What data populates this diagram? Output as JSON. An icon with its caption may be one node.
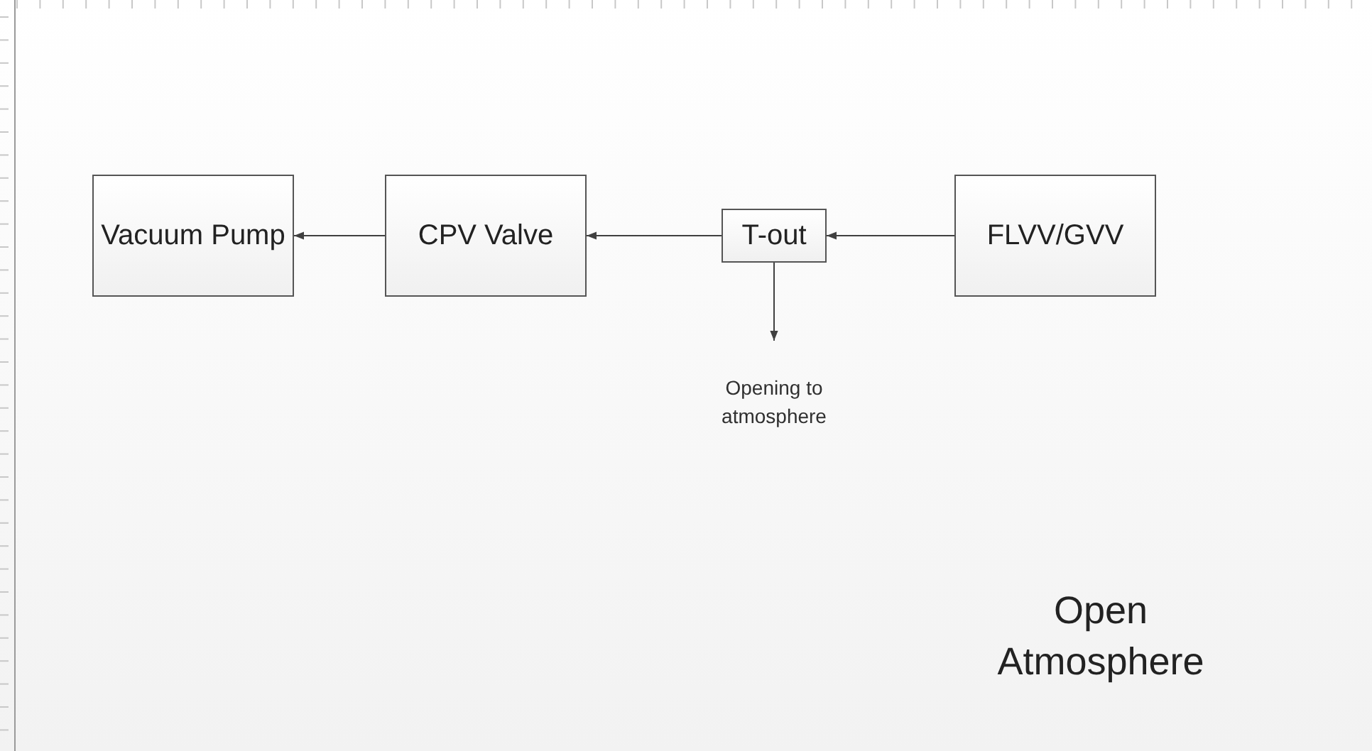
{
  "diagram": {
    "nodes": [
      {
        "text": [
          "Vacuum Pump"
        ]
      },
      {
        "text": [
          "CPV Valve"
        ]
      },
      {
        "text": [
          "T-out"
        ]
      },
      {
        "text": [
          "FLVV/GVV"
        ]
      },
      {
        "text": [
          "Opening to atmosphere"
        ]
      }
    ],
    "edges": [
      {
        "from": 1,
        "to": 0,
        "arrow": "to"
      },
      {
        "from": 2,
        "to": 1,
        "arrow": "to"
      },
      {
        "from": 3,
        "to": 2,
        "arrow": "to"
      },
      {
        "from": 2,
        "to": 4,
        "arrow": "to"
      }
    ],
    "labels": [
      "Open Atmosphere"
    ]
  }
}
